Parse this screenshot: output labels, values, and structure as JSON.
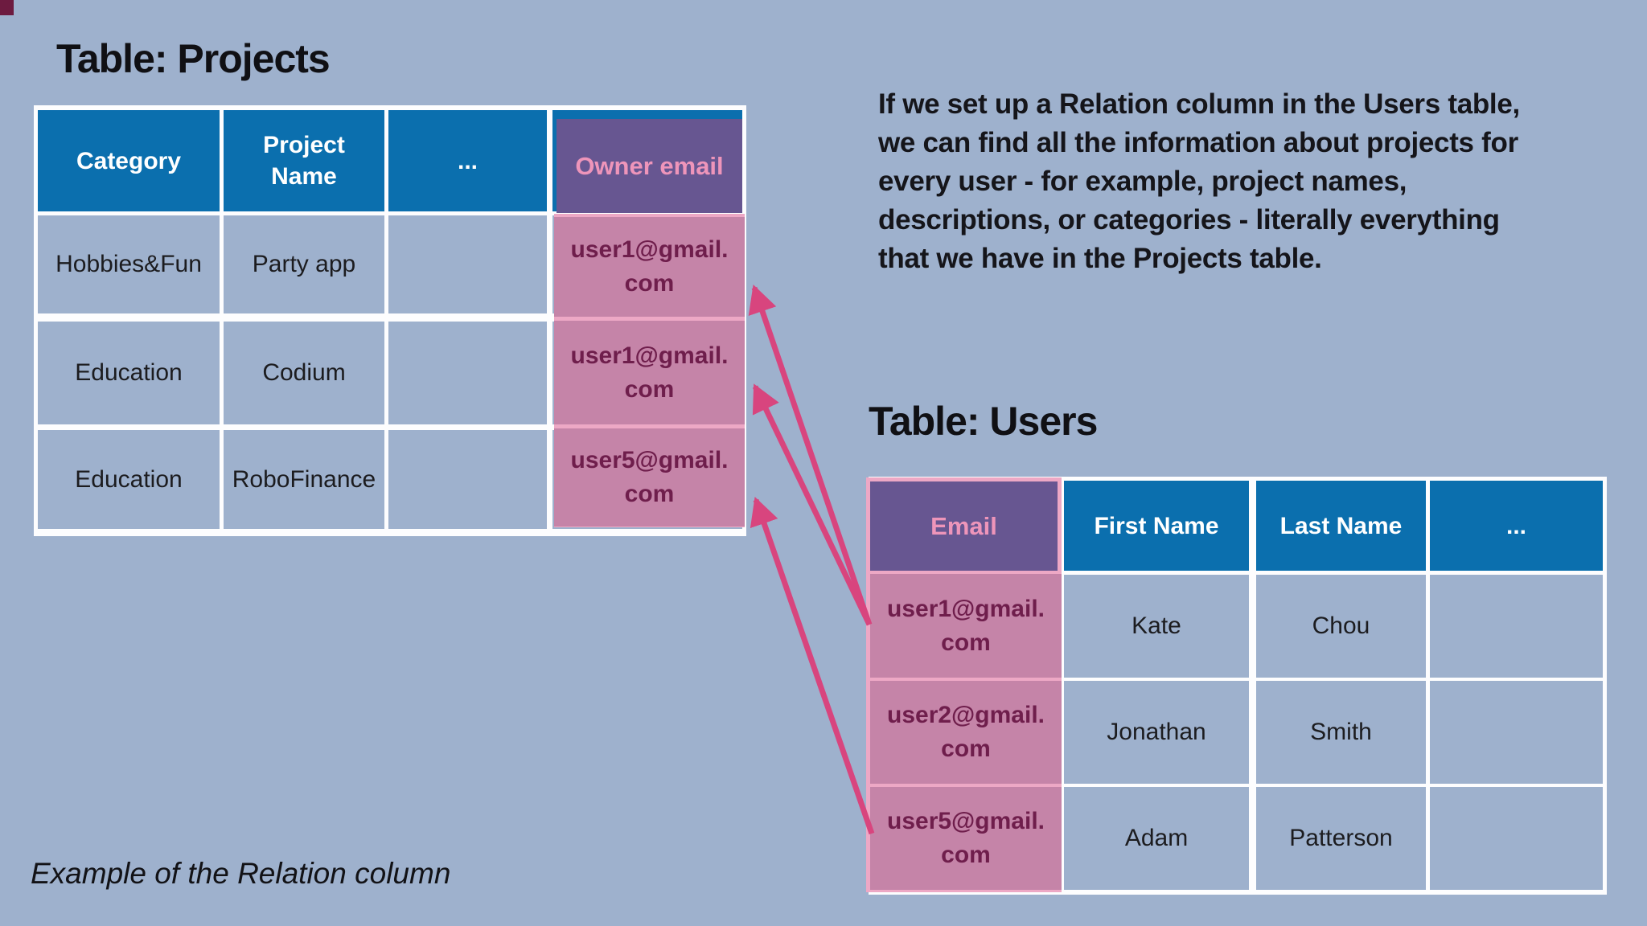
{
  "page": {
    "background": "#9eb1cd",
    "corner_mark_color": "#6d1b40"
  },
  "colors": {
    "header_blue": "#0b6fae",
    "header_purple": "#675691",
    "relation_pink_cell": "#c584a8",
    "relation_pink_light": "#eda8c5",
    "relation_text_dark": "#6f1e4c",
    "relation_header_text_pink": "#ee95ba",
    "table_border_white": "#fdfdfe",
    "arrow_magenta": "#d8457e",
    "body_text": "#1c1c1f",
    "heading_text": "#101014"
  },
  "projects": {
    "title": "Table: Projects",
    "columns": [
      "Category",
      "Project\nName",
      "...",
      "Owner email"
    ],
    "rows": [
      {
        "category": "Hobbies&Fun",
        "project_name": "Party app",
        "dots": "",
        "owner_email": "user1@gmail.\ncom"
      },
      {
        "category": "Education",
        "project_name": "Codium",
        "dots": "",
        "owner_email": "user1@gmail.\ncom"
      },
      {
        "category": "Education",
        "project_name": "RoboFinance",
        "dots": "",
        "owner_email": "user5@gmail.\ncom"
      }
    ]
  },
  "users": {
    "title": "Table: Users",
    "columns": [
      "Email",
      "First Name",
      "Last Name",
      "..."
    ],
    "rows": [
      {
        "email": "user1@gmail.\ncom",
        "first_name": "Kate",
        "last_name": "Chou",
        "dots": ""
      },
      {
        "email": "user2@gmail.\ncom",
        "first_name": "Jonathan",
        "last_name": "Smith",
        "dots": ""
      },
      {
        "email": "user5@gmail.\ncom",
        "first_name": "Adam",
        "last_name": "Patterson",
        "dots": ""
      }
    ]
  },
  "annotation": {
    "text": "If we set up a Relation column in the Users table,\nwe can find all the information about projects for\nevery user - for example, project names,\ndescriptions, or categories - literally everything\nthat we have in the Projects table."
  },
  "caption": {
    "text": "Example of the Relation column"
  },
  "arrows": {
    "color": "#d8457e",
    "links": [
      {
        "from": "Users row user1@gmail.com",
        "to": "Projects row Party app owner email"
      },
      {
        "from": "Users row user1@gmail.com",
        "to": "Projects row Codium owner email"
      },
      {
        "from": "Users row user5@gmail.com",
        "to": "Projects row RoboFinance owner email"
      }
    ]
  }
}
